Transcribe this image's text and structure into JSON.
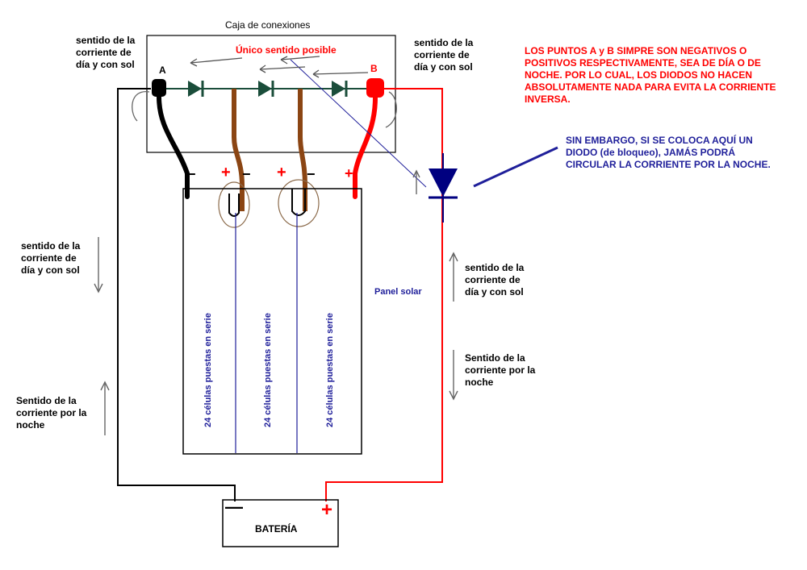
{
  "junction_box": {
    "title": "Caja de conexiones",
    "only_direction": "Único sentido posible"
  },
  "points": {
    "a": "A",
    "b": "B"
  },
  "polarity": {
    "minus": "−",
    "plus": "+"
  },
  "labels": {
    "day_current_top_left": [
      "sentido de la",
      "corriente de",
      "día y con sol"
    ],
    "day_current_top_right": [
      "sentido de la",
      "corriente de",
      "día y con sol"
    ],
    "day_current_left": [
      "sentido de la",
      "corriente de",
      "día y con sol"
    ],
    "night_current_left": [
      "Sentido de la",
      "corriente por la",
      "noche"
    ],
    "day_current_right": [
      "sentido de la",
      "corriente de",
      "día y con sol"
    ],
    "night_current_right": [
      "Sentido de la",
      "corriente por la",
      "noche"
    ]
  },
  "notes": {
    "red": [
      "LOS PUNTOS A y B SIMPRE SON NEGATIVOS O",
      "POSITIVOS RESPECTIVAMENTE, SEA DE DÍA O DE",
      "NOCHE. POR LO CUAL, LOS DIODOS NO HACEN",
      "ABSOLUTAMENTE NADA PARA EVITA LA CORRIENTE",
      "INVERSA."
    ],
    "blue": [
      "SIN EMBARGO, SI SE COLOCA AQUÍ UN",
      "DIODO (de bloqueo), JAMÁS PODRÁ",
      "CIRCULAR LA CORRIENTE POR LA NOCHE."
    ]
  },
  "panel": {
    "label": "Panel solar",
    "strings": [
      "24 células puestas en serie",
      "24 células puestas en serie",
      "24 células puestas en serie"
    ]
  },
  "battery": {
    "label": "BATERÍA",
    "minus": "—",
    "plus": "+"
  },
  "colors": {
    "negative_wire": "#000000",
    "positive_wire": "#ff0000",
    "cell_wire": "#8b4513",
    "diode_box": "#1a4d3a",
    "diode_block": "#000080",
    "note_red": "#ff0000",
    "note_blue": "#1f1f9a"
  }
}
